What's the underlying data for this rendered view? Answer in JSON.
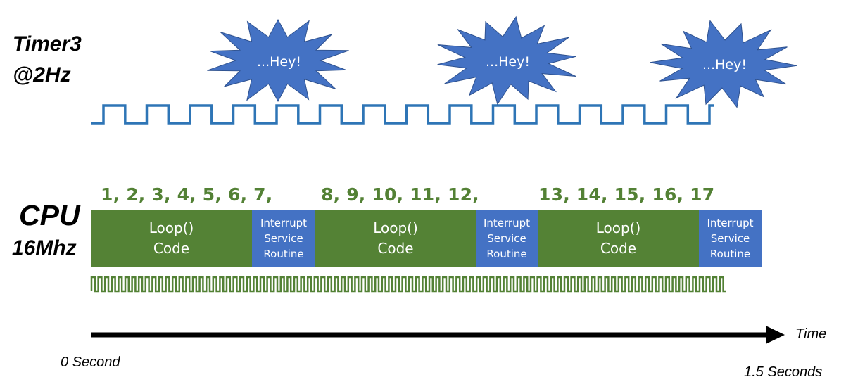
{
  "timer": {
    "label_line1": "Timer3",
    "label_line2": "@2Hz",
    "pulse_color": "#2E75B6",
    "bubbles": [
      "...Hey!",
      "...Hey!",
      "...Hey!"
    ],
    "bubble_color": "#4472C4"
  },
  "cpu": {
    "label_line1": "CPU",
    "label_line2": "16Mhz",
    "clock_color": "#538135",
    "loop_counts": [
      "1, 2, 3, 4, 5, 6, 7,",
      "8, 9, 10, 11, 12,",
      "13, 14, 15, 16, 17"
    ],
    "blocks": [
      {
        "type": "loop",
        "text": "Loop()\nCode"
      },
      {
        "type": "isr",
        "text": "Interrupt\nService\nRoutine"
      },
      {
        "type": "loop",
        "text": "Loop()\nCode"
      },
      {
        "type": "isr",
        "text": "Interrupt\nService\nRoutine"
      },
      {
        "type": "loop",
        "text": "Loop()\nCode"
      },
      {
        "type": "isr",
        "text": "Interrupt\nService\nRoutine"
      }
    ],
    "loop_color": "#548235",
    "isr_color": "#4472C4"
  },
  "timeline": {
    "axis_label": "Time",
    "start_label": "0 Second",
    "end_label": "1.5 Seconds"
  }
}
